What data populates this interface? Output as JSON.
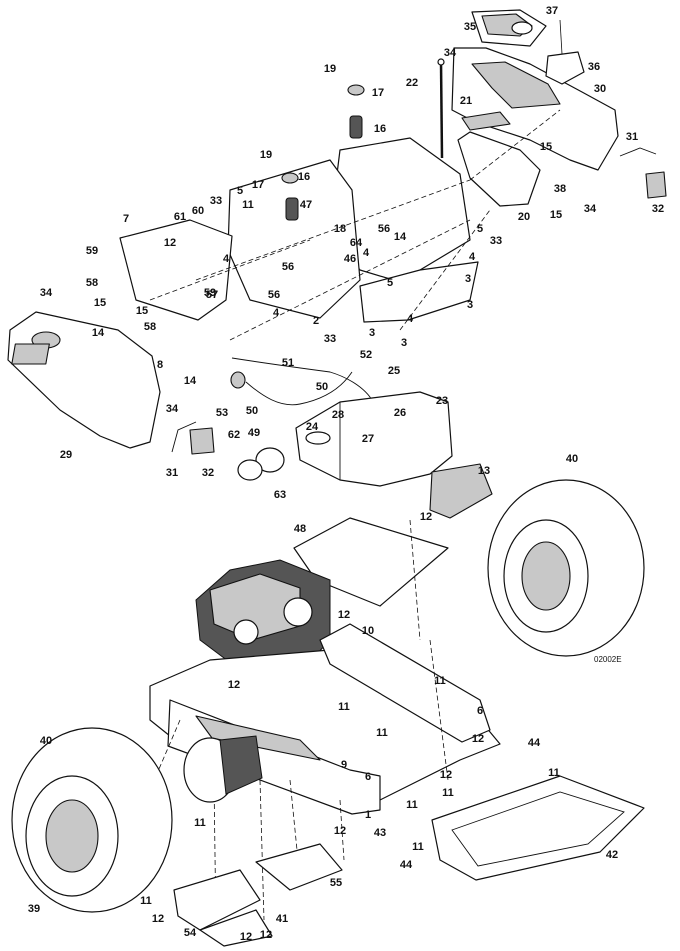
{
  "diagram": {
    "drawing_ref": "02002E",
    "callouts": [
      {
        "label": "35"
      },
      {
        "label": "37"
      },
      {
        "label": "36"
      },
      {
        "label": "34"
      },
      {
        "label": "30"
      },
      {
        "label": "22"
      },
      {
        "label": "21"
      },
      {
        "label": "19"
      },
      {
        "label": "17"
      },
      {
        "label": "16"
      },
      {
        "label": "15"
      },
      {
        "label": "31"
      },
      {
        "label": "38"
      },
      {
        "label": "32"
      },
      {
        "label": "34"
      },
      {
        "label": "20"
      },
      {
        "label": "15"
      },
      {
        "label": "19"
      },
      {
        "label": "17"
      },
      {
        "label": "16"
      },
      {
        "label": "5"
      },
      {
        "label": "11"
      },
      {
        "label": "47"
      },
      {
        "label": "33"
      },
      {
        "label": "7"
      },
      {
        "label": "61"
      },
      {
        "label": "60"
      },
      {
        "label": "18"
      },
      {
        "label": "56"
      },
      {
        "label": "14"
      },
      {
        "label": "5"
      },
      {
        "label": "33"
      },
      {
        "label": "12"
      },
      {
        "label": "64"
      },
      {
        "label": "59"
      },
      {
        "label": "4"
      },
      {
        "label": "4"
      },
      {
        "label": "46"
      },
      {
        "label": "4"
      },
      {
        "label": "56"
      },
      {
        "label": "3"
      },
      {
        "label": "58"
      },
      {
        "label": "5"
      },
      {
        "label": "34"
      },
      {
        "label": "59"
      },
      {
        "label": "15"
      },
      {
        "label": "15"
      },
      {
        "label": "56"
      },
      {
        "label": "57"
      },
      {
        "label": "3"
      },
      {
        "label": "58"
      },
      {
        "label": "4"
      },
      {
        "label": "4"
      },
      {
        "label": "2"
      },
      {
        "label": "3"
      },
      {
        "label": "33"
      },
      {
        "label": "14"
      },
      {
        "label": "3"
      },
      {
        "label": "8"
      },
      {
        "label": "14"
      },
      {
        "label": "51"
      },
      {
        "label": "52"
      },
      {
        "label": "25"
      },
      {
        "label": "34"
      },
      {
        "label": "53"
      },
      {
        "label": "50"
      },
      {
        "label": "50"
      },
      {
        "label": "28"
      },
      {
        "label": "26"
      },
      {
        "label": "23"
      },
      {
        "label": "49"
      },
      {
        "label": "27"
      },
      {
        "label": "29"
      },
      {
        "label": "62"
      },
      {
        "label": "24"
      },
      {
        "label": "31"
      },
      {
        "label": "32"
      },
      {
        "label": "63"
      },
      {
        "label": "13"
      },
      {
        "label": "40"
      },
      {
        "label": "12"
      },
      {
        "label": "48"
      },
      {
        "label": "12"
      },
      {
        "label": "10"
      },
      {
        "label": "12"
      },
      {
        "label": "11"
      },
      {
        "label": "11"
      },
      {
        "label": "6"
      },
      {
        "label": "40"
      },
      {
        "label": "11"
      },
      {
        "label": "12"
      },
      {
        "label": "44"
      },
      {
        "label": "9"
      },
      {
        "label": "6"
      },
      {
        "label": "12"
      },
      {
        "label": "11"
      },
      {
        "label": "1"
      },
      {
        "label": "11"
      },
      {
        "label": "11"
      },
      {
        "label": "12"
      },
      {
        "label": "43"
      },
      {
        "label": "44"
      },
      {
        "label": "11"
      },
      {
        "label": "42"
      },
      {
        "label": "11"
      },
      {
        "label": "55"
      },
      {
        "label": "39"
      },
      {
        "label": "54"
      },
      {
        "label": "11"
      },
      {
        "label": "12"
      },
      {
        "label": "41"
      },
      {
        "label": "12"
      },
      {
        "label": "12"
      }
    ]
  }
}
